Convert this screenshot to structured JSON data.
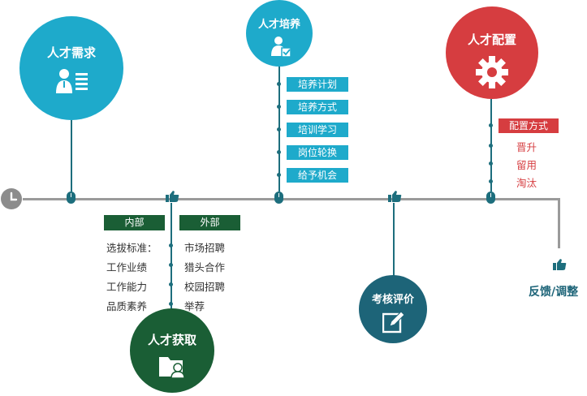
{
  "colors": {
    "blue": "#1eaacb",
    "dark_green": "#1a5e35",
    "teal_dark": "#1d6e7d",
    "red": "#d63d40",
    "timeline": "#9a9a9a"
  },
  "demand": {
    "title": "人才需求",
    "icon": "staff-list-icon"
  },
  "training": {
    "title": "人才培养",
    "icon": "person-check-icon",
    "items": [
      "培养计划",
      "培养方式",
      "培训学习",
      "岗位轮换",
      "给予机会"
    ]
  },
  "allocation": {
    "title": "人才配置",
    "icon": "gear-icon",
    "header": "配置方式",
    "items": [
      "晋升",
      "留用",
      "淘汰"
    ]
  },
  "acquisition": {
    "title": "人才获取",
    "icon": "folder-person-icon",
    "internal_label": "内部",
    "external_label": "外部",
    "internal_items": [
      "选拔标准：",
      "工作业绩",
      "工作能力",
      "品质素养"
    ],
    "external_items": [
      "市场招聘",
      "猎头合作",
      "校园招聘",
      "举荐"
    ]
  },
  "evaluation": {
    "title": "考核评价",
    "icon": "pencil-edit-icon"
  },
  "feedback": {
    "label": "反馈/调整",
    "icon": "pointing-hand-icon"
  },
  "start_icon": "clock-icon"
}
